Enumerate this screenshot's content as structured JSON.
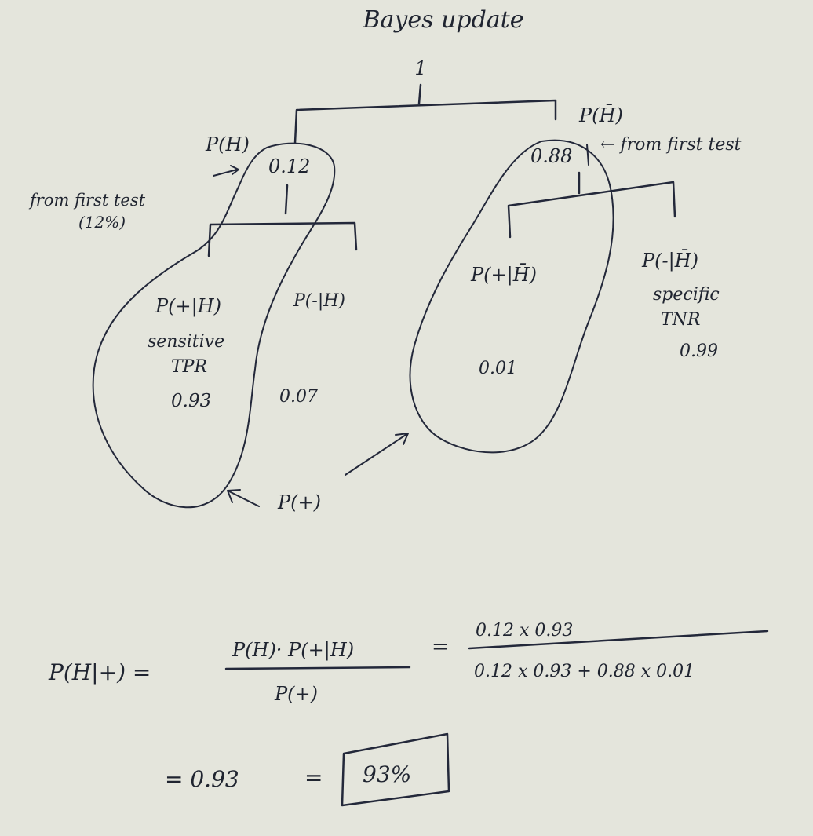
{
  "title": "Bayes update",
  "root": {
    "label": "1"
  },
  "left_branch": {
    "label": "P(H)",
    "value": "0.12",
    "note": "from first test",
    "note_pct": "(12%)",
    "children": [
      {
        "label": "P(+|H)",
        "desc1": "sensitive",
        "desc2": "TPR",
        "value": "0.93"
      },
      {
        "label": "P(-|H)",
        "value": "0.07"
      }
    ]
  },
  "right_branch": {
    "label": "P(H̄)",
    "value": "0.88",
    "note": "← from first test",
    "children": [
      {
        "label": "P(+|H̄)",
        "value": "0.01"
      },
      {
        "label": "P(-|H̄)",
        "desc1": "specific",
        "desc2": "TNR",
        "value": "0.99"
      }
    ]
  },
  "p_plus_label": "P(+)",
  "formula": {
    "lhs": "P(H|+) =",
    "numerator": "P(H)· P(+|H)",
    "denominator": "P(+)",
    "eq": "=",
    "num2": "0.12 x 0.93",
    "den2": "0.12 x 0.93 + 0.88 x 0.01",
    "result_eq": "= 0.93",
    "eq2": "=",
    "result_boxed": "93%"
  },
  "colors": {
    "paper": "#e4e5dc",
    "ink": "#1f2430"
  }
}
